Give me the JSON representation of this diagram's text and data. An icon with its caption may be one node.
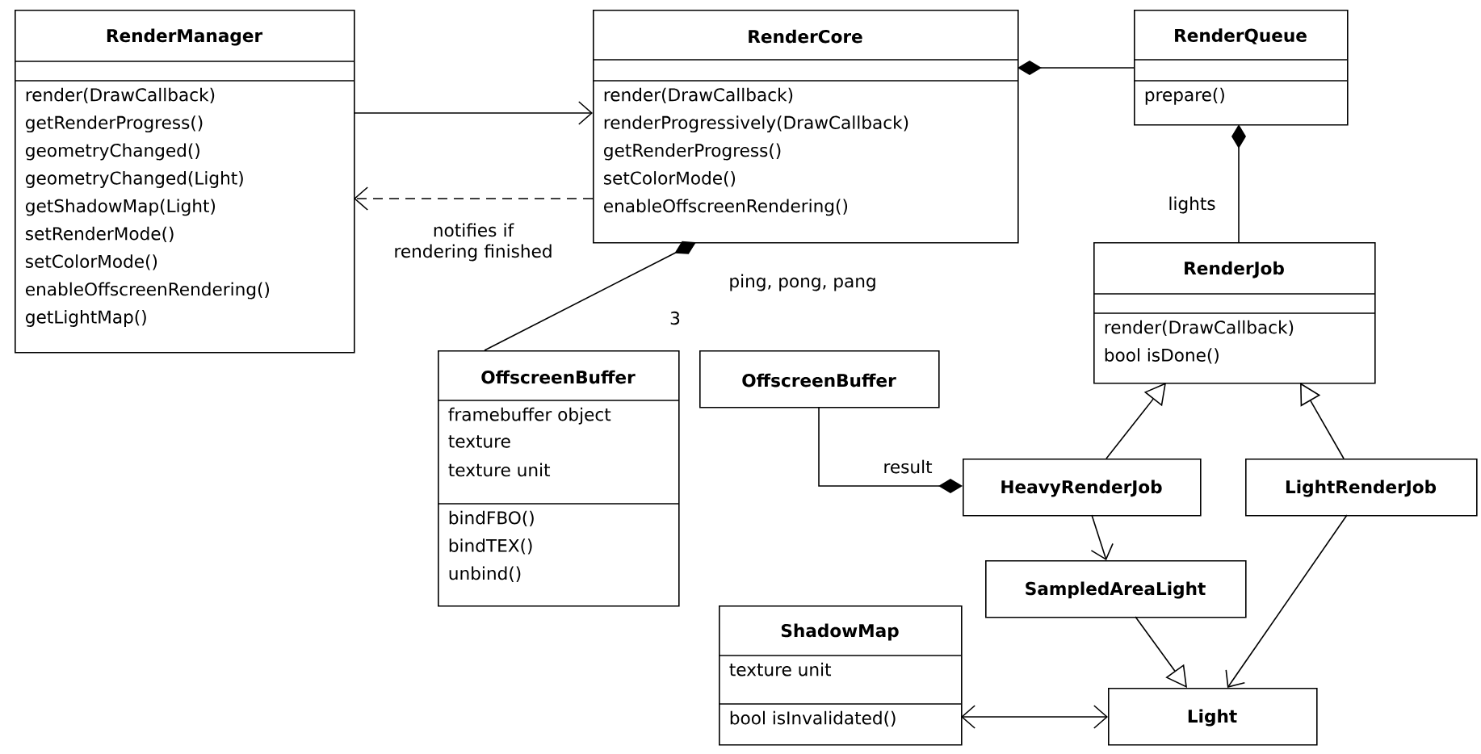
{
  "diagram": {
    "nodes": [
      {
        "text": [
          "RenderManager",
          "render(DrawCallback)",
          "getRenderProgress()",
          "geometryChanged()",
          "geometryChanged(Light)",
          "getShadowMap(Light)",
          "setRenderMode()",
          "setColorMode()",
          "enableOffscreenRendering()",
          "getLightMap()"
        ]
      },
      {
        "text": [
          "RenderCore",
          "render(DrawCallback)",
          "renderProgressively(DrawCallback)",
          "getRenderProgress()",
          "setColorMode()",
          "enableOffscreenRendering()"
        ]
      },
      {
        "text": [
          "RenderQueue",
          "prepare()"
        ]
      },
      {
        "text": [
          "RenderJob",
          "render(DrawCallback)",
          "bool isDone()"
        ]
      },
      {
        "text": [
          "OffscreenBuffer",
          "framebuffer object",
          "texture",
          "texture unit",
          "bindFBO()",
          "bindTEX()",
          "unbind()"
        ]
      },
      {
        "text": [
          "OffscreenBuffer"
        ]
      },
      {
        "text": [
          "HeavyRenderJob"
        ]
      },
      {
        "text": [
          "LightRenderJob"
        ]
      },
      {
        "text": [
          "SampledAreaLight"
        ]
      },
      {
        "text": [
          "ShadowMap",
          "texture unit",
          "bool isInvalidated()"
        ]
      },
      {
        "text": [
          "Light"
        ]
      }
    ],
    "edges": [
      {
        "from": 0,
        "to": 1,
        "arrow": "to"
      },
      {
        "from": 1,
        "to": 0,
        "arrow": "to",
        "style": "dashed",
        "label": "notifies if rendering finished"
      },
      {
        "from": 1,
        "to": 2,
        "arrow": "other"
      },
      {
        "from": 2,
        "to": 3,
        "arrow": "other",
        "label": "lights"
      },
      {
        "from": 1,
        "to": 4,
        "arrow": "other",
        "label": "ping, pong, pang"
      },
      {
        "from": 6,
        "to": 5,
        "arrow": "other",
        "label": "result"
      },
      {
        "from": 6,
        "to": 3,
        "arrow": "to"
      },
      {
        "from": 7,
        "to": 3,
        "arrow": "to"
      },
      {
        "from": 6,
        "to": 8,
        "arrow": "to"
      },
      {
        "from": 8,
        "to": 10,
        "arrow": "to"
      },
      {
        "from": 7,
        "to": 10,
        "arrow": "to"
      },
      {
        "from": 9,
        "to": 10,
        "arrow": "both"
      }
    ],
    "labels": [
      "3"
    ]
  }
}
